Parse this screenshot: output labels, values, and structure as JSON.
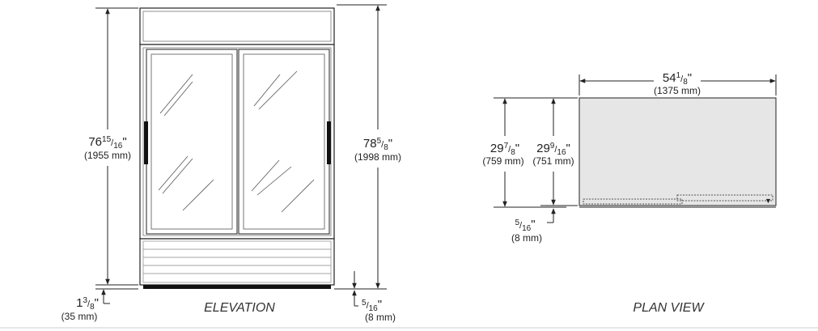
{
  "elevation": {
    "caption": "ELEVATION",
    "height_overall": {
      "whole": "76",
      "num": "15",
      "den": "16",
      "unit": "\"",
      "metric": "(1955 mm)"
    },
    "height_with_base": {
      "whole": "78",
      "num": "5",
      "den": "8",
      "unit": "\"",
      "metric": "(1998 mm)"
    },
    "base_gap_left": {
      "whole": "1",
      "num": "3",
      "den": "8",
      "unit": "\"",
      "metric": "(35 mm)"
    },
    "base_gap_right": {
      "whole": "",
      "num": "5",
      "den": "16",
      "unit": "\"",
      "metric": "(8 mm)"
    }
  },
  "plan_view": {
    "caption": "PLAN VIEW",
    "width": {
      "whole": "54",
      "num": "1",
      "den": "8",
      "unit": "\"",
      "metric": "(1375 mm)"
    },
    "depth_outer": {
      "whole": "29",
      "num": "7",
      "den": "8",
      "unit": "\"",
      "metric": "(759 mm)"
    },
    "depth_inner": {
      "whole": "29",
      "num": "9",
      "den": "16",
      "unit": "\"",
      "metric": "(751 mm)"
    },
    "offset": {
      "whole": "",
      "num": "5",
      "den": "16",
      "unit": "\"",
      "metric": "(8 mm)"
    }
  },
  "colors": {
    "line": "#222222",
    "plan_fill": "#e6e6e6",
    "unit_fill": "#ffffff"
  }
}
